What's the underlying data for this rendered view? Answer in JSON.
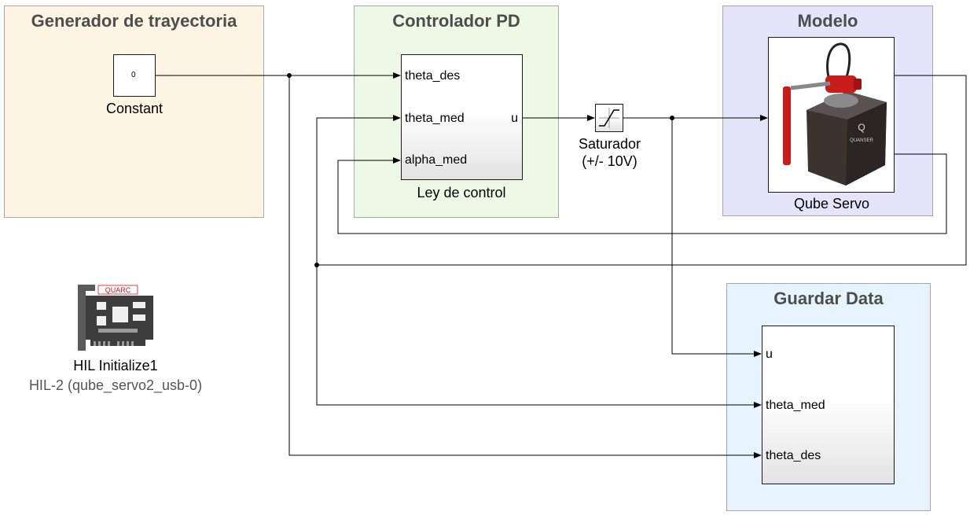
{
  "areas": {
    "generator": {
      "title": "Generador de trayectoria"
    },
    "controller": {
      "title": "Controlador PD"
    },
    "model": {
      "title": "Modelo"
    },
    "save": {
      "title": "Guardar Data"
    }
  },
  "blocks": {
    "constant": {
      "value": "0",
      "label": "Constant"
    },
    "control_law": {
      "label": "Ley de control",
      "inputs": [
        "theta_des",
        "theta_med",
        "alpha_med"
      ],
      "output": "u"
    },
    "saturation": {
      "label_line1": "Saturador",
      "label_line2": "(+/- 10V)"
    },
    "qube": {
      "label": "Qube Servo",
      "badge_text": "QUANSER"
    },
    "save_data": {
      "inputs": [
        "u",
        "theta_med",
        "theta_des"
      ]
    },
    "hil": {
      "label": "HIL Initialize1",
      "sublabel": "HIL-2 (qube_servo2_usb-0)",
      "logo_text": "QUARC"
    }
  },
  "colors": {
    "generator_bg": "#fdf4e4",
    "controller_bg": "#eef8e6",
    "model_bg": "#e5e4fb",
    "save_bg": "#e7f4fd",
    "wire": "#000000",
    "qube_red": "#c81b1b",
    "qube_body": "#3b3330"
  }
}
